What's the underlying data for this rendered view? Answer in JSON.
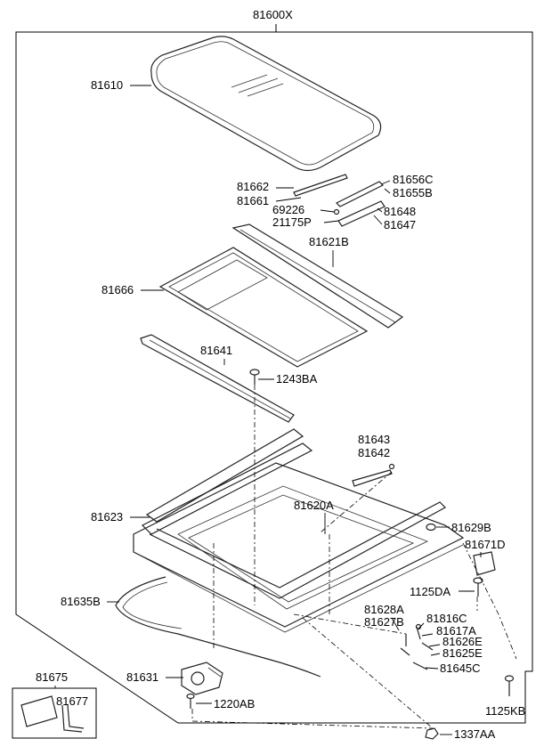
{
  "diagram": {
    "assembly_label": "81600X",
    "labels": {
      "p81610": "81610",
      "p81662": "81662",
      "p81661": "81661",
      "p81656C": "81656C",
      "p81655B": "81655B",
      "p69226": "69226",
      "p21175P": "21175P",
      "p81648": "81648",
      "p81647": "81647",
      "p81621B": "81621B",
      "p81666": "81666",
      "p81641": "81641",
      "p1243BA": "1243BA",
      "p81643": "81643",
      "p81642": "81642",
      "p81623": "81623",
      "p81620A": "81620A",
      "p81629B": "81629B",
      "p81671D": "81671D",
      "p81635B": "81635B",
      "p1125DA": "1125DA",
      "p81628A": "81628A",
      "p81627B": "81627B",
      "p81816C": "81816C",
      "p81617A": "81617A",
      "p81626E": "81626E",
      "p81625E": "81625E",
      "p81645C": "81645C",
      "p81675": "81675",
      "p81677": "81677",
      "p81631": "81631",
      "p1220AB": "1220AB",
      "p1125KB": "1125KB",
      "p1337AA": "1337AA"
    }
  }
}
